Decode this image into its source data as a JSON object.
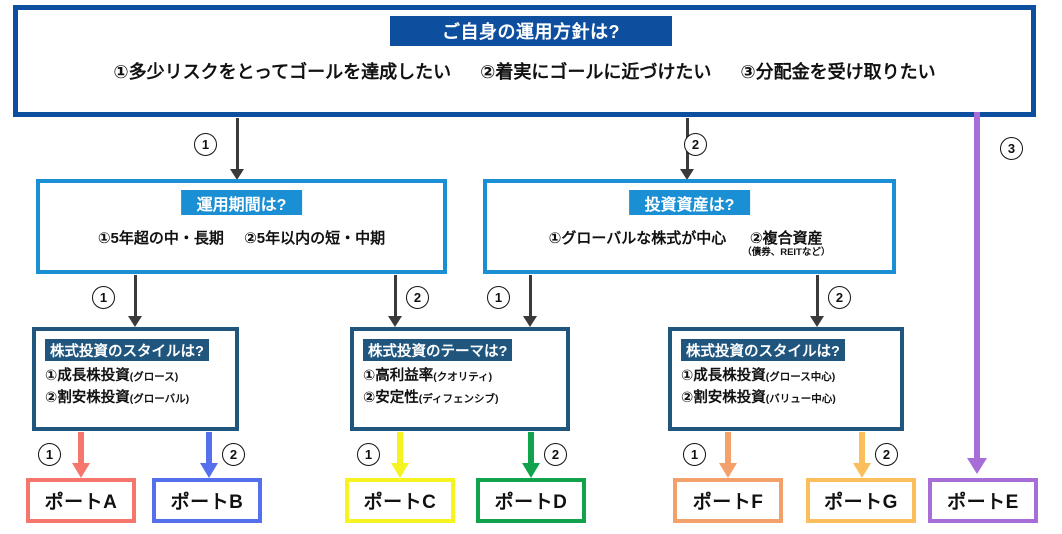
{
  "diagram": {
    "title": "ご自身の運用方針は?",
    "root": {
      "banner": "ご自身の運用方針は?",
      "options": [
        "①多少リスクをとってゴールを達成したい",
        "②着実にゴールに近づけたい",
        "③分配金を受け取りたい"
      ]
    },
    "level2": [
      {
        "banner": "運用期間は?",
        "options": [
          {
            "main": "①5年超の中・長期",
            "sub": ""
          },
          {
            "main": "②5年以内の短・中期",
            "sub": ""
          }
        ]
      },
      {
        "banner": "投資資産は?",
        "options": [
          {
            "main": "①グローバルな株式が中心",
            "sub": ""
          },
          {
            "main": "②複合資産",
            "sub": "（債券、REITなど）"
          }
        ]
      }
    ],
    "level3": [
      {
        "banner": "株式投資のスタイルは?",
        "items": [
          {
            "main": "①成長株投資",
            "paren": "(グロース)"
          },
          {
            "main": "②割安株投資",
            "paren": "(グローバル)"
          }
        ]
      },
      {
        "banner": "株式投資のテーマは?",
        "items": [
          {
            "main": "①高利益率",
            "paren": "(クオリティ)"
          },
          {
            "main": "②安定性",
            "paren": "(ディフェンシブ)"
          }
        ]
      },
      {
        "banner": "株式投資のスタイルは?",
        "items": [
          {
            "main": "①成長株投資",
            "paren": "(グロース中心)"
          },
          {
            "main": "②割安株投資",
            "paren": "(バリュー中心)"
          }
        ]
      }
    ],
    "results": [
      {
        "label": "ポートA",
        "color": "#f6766e"
      },
      {
        "label": "ポートB",
        "color": "#5470ed"
      },
      {
        "label": "ポートC",
        "color": "#f5f320"
      },
      {
        "label": "ポートD",
        "color": "#11a34b"
      },
      {
        "label": "ポートF",
        "color": "#f3a06a"
      },
      {
        "label": "ポートG",
        "color": "#fabf5c"
      },
      {
        "label": "ポートE",
        "color": "#a76ed8"
      }
    ],
    "branch_labels": {
      "one": "①",
      "two": "②",
      "three": "③",
      "n1": "1",
      "n2": "2",
      "n3": "3"
    },
    "colors": {
      "root_border": "#0b4f9e",
      "root_banner": "#0d4f9e",
      "level2_blue": "#1a8fd4",
      "level3_steel": "#20557e",
      "arrow_dark": "#3a3a3a",
      "purple": "#a76ed8"
    }
  }
}
